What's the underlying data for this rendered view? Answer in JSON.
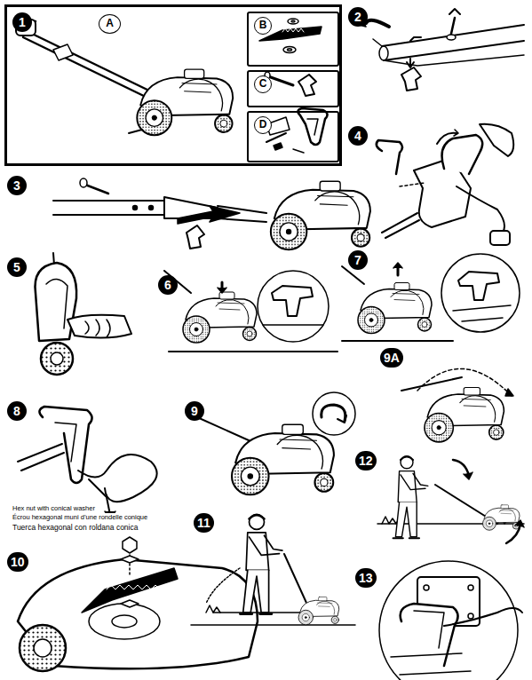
{
  "diagram": {
    "nodes": [
      {
        "text": [
          "1"
        ]
      },
      {
        "text": [
          "A"
        ],
        "in": 0
      },
      {
        "text": [
          "B"
        ],
        "in": 0
      },
      {
        "text": [
          "C"
        ],
        "in": 0
      },
      {
        "text": [
          "D"
        ],
        "in": 0
      }
    ],
    "labels": [
      "2",
      "3",
      "4",
      "5",
      "6",
      "7",
      "8",
      "9",
      "9A",
      "10",
      "11",
      "12",
      "13",
      "Hex nut with conical washer",
      "Écrou hexagonal muni d’une rondelle conique",
      "Tuerca hexagonal con roldana conica"
    ]
  }
}
